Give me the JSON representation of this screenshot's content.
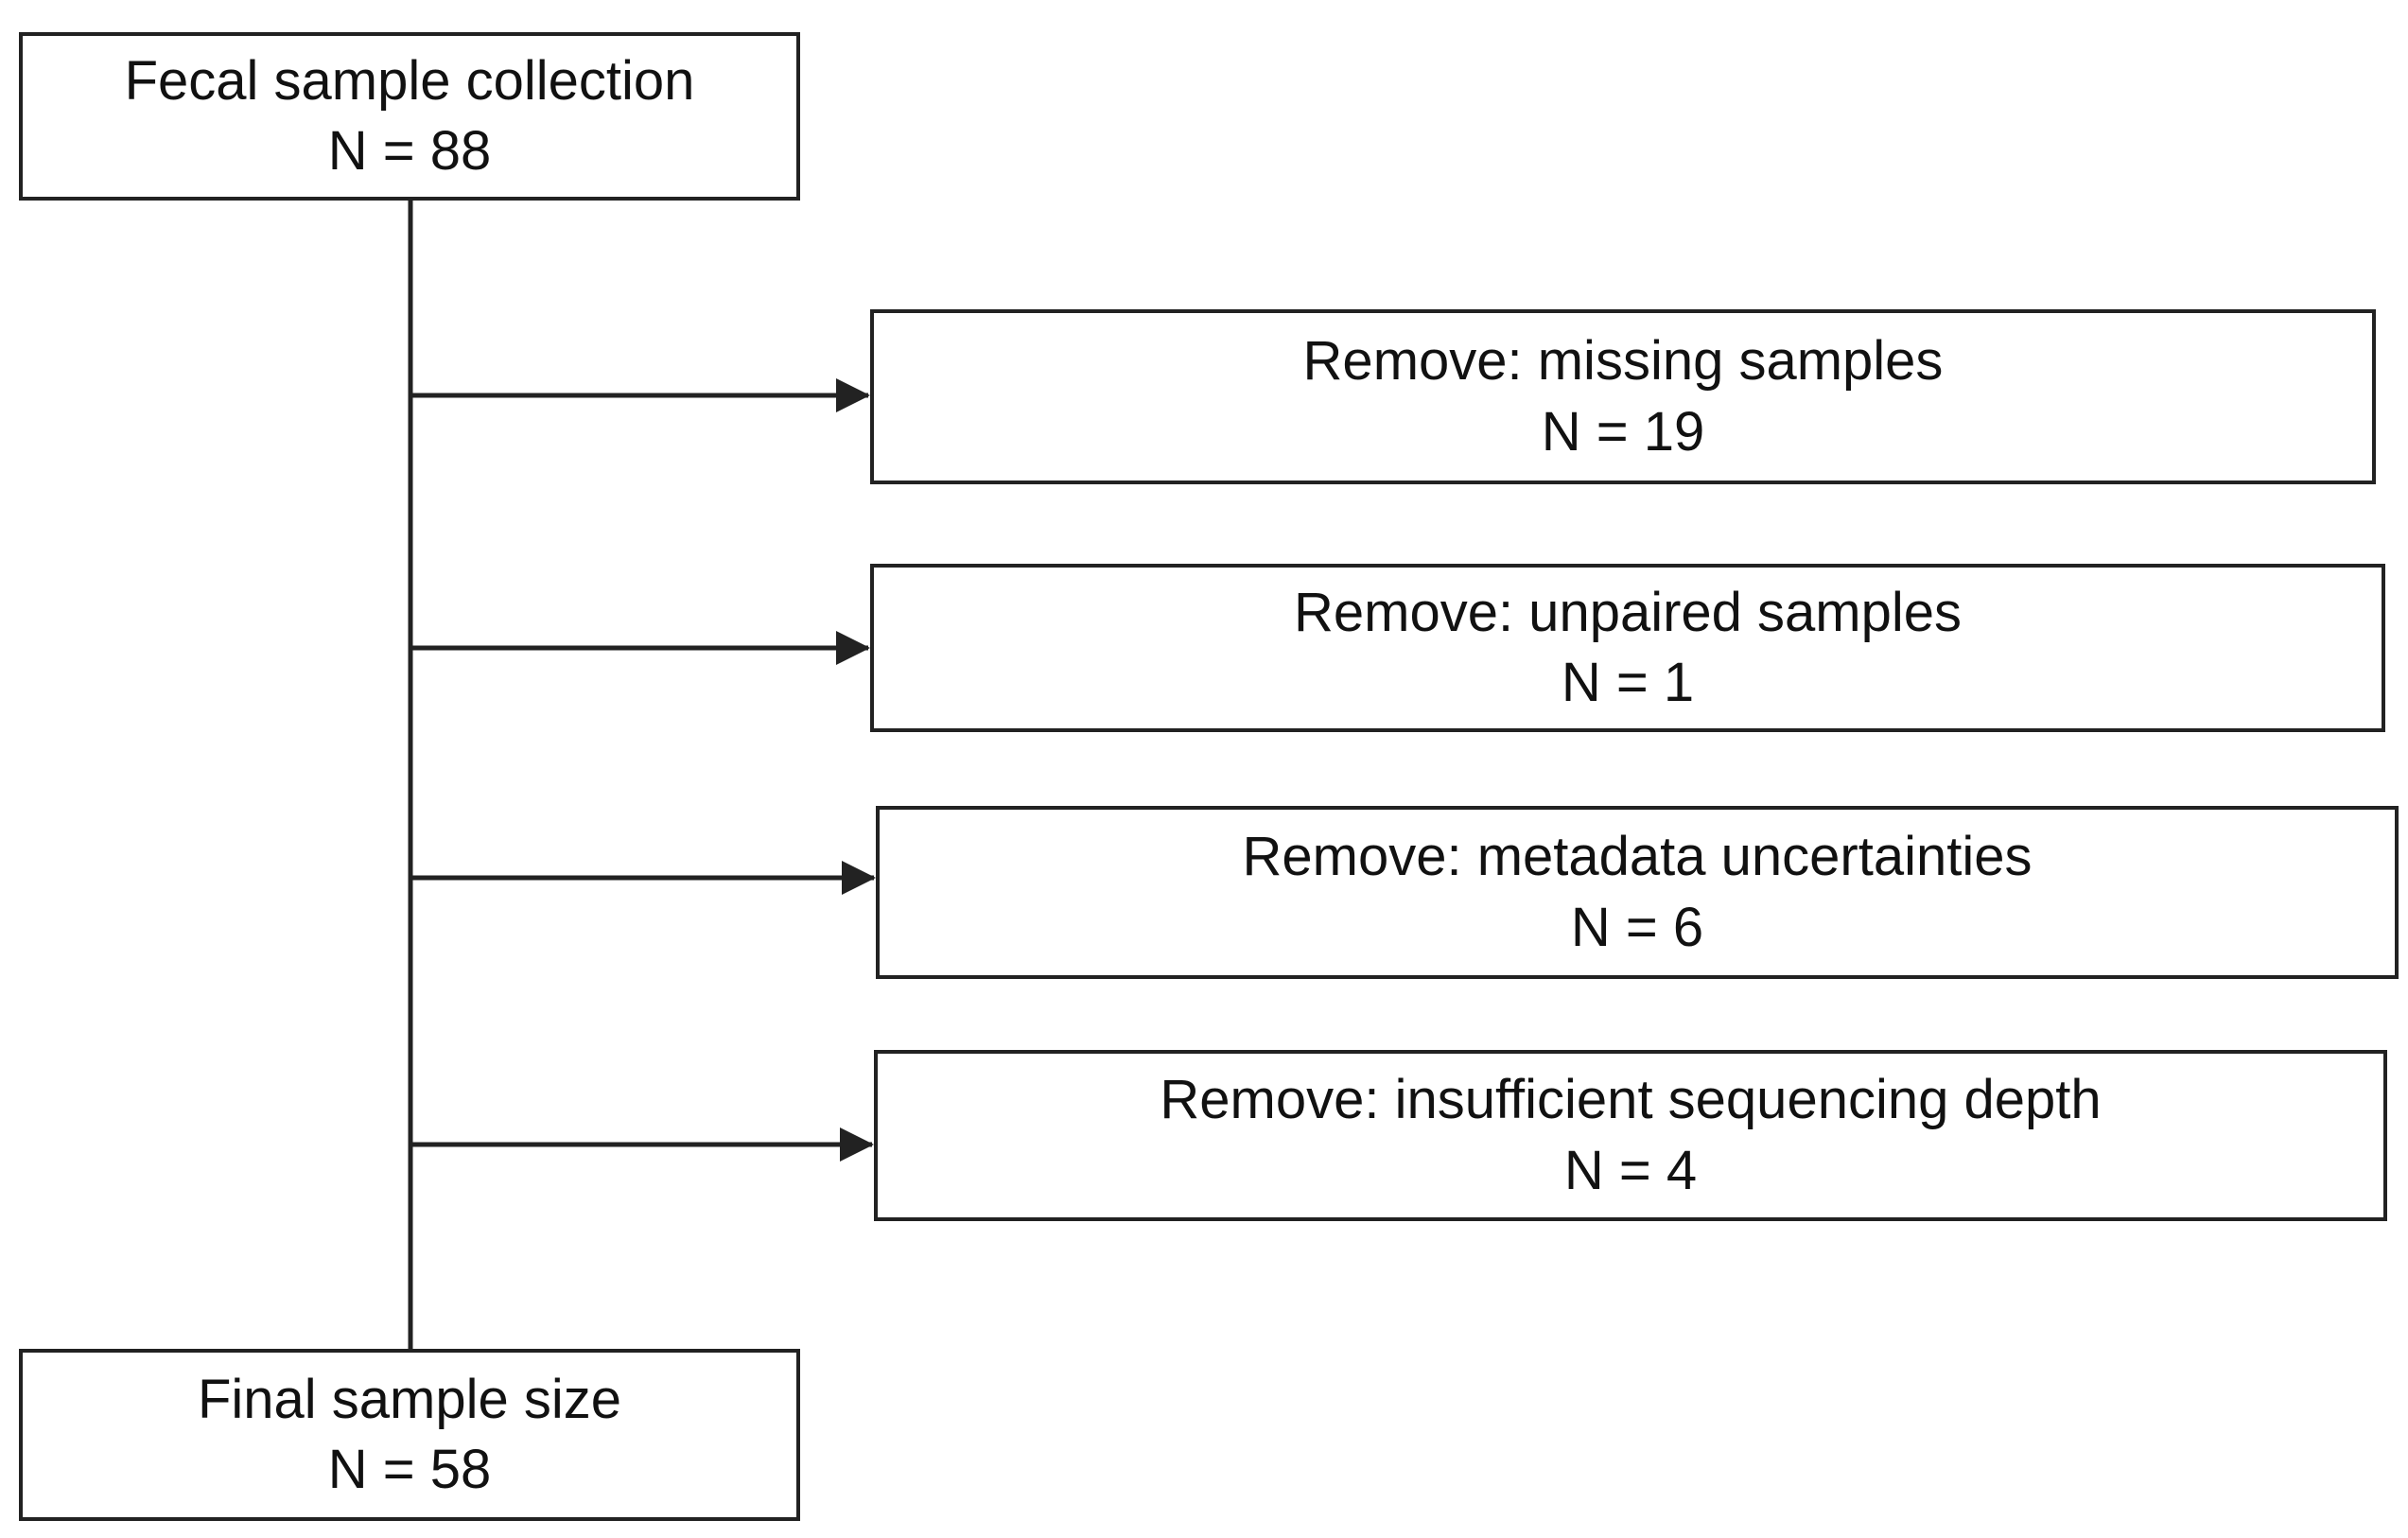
{
  "diagram": {
    "colors": {
      "line": "#222222",
      "box_border": "#222222",
      "text": "#111111",
      "background": "#ffffff"
    },
    "start": {
      "label": "Fecal sample collection",
      "count": "N = 88"
    },
    "exclusions": [
      {
        "label": "Remove: missing samples",
        "count": "N = 19"
      },
      {
        "label": "Remove: unpaired samples",
        "count": "N = 1"
      },
      {
        "label": "Remove: metadata uncertainties",
        "count": "N = 6"
      },
      {
        "label": "Remove: insufficient sequencing depth",
        "count": "N = 4"
      }
    ],
    "final": {
      "label": "Final sample size",
      "count": "N = 58"
    }
  }
}
